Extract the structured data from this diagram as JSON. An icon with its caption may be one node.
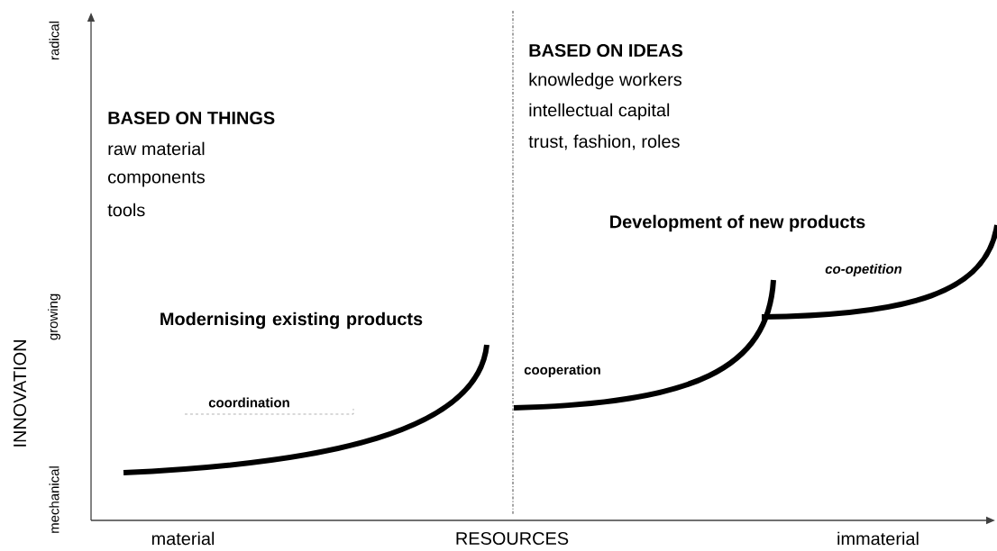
{
  "diagram": {
    "labels": [
      "radical",
      "growing",
      "INNOVATION",
      "mechanical",
      "BASED ON THINGS",
      "raw material",
      "components",
      "tools",
      "BASED ON IDEAS",
      "knowledge workers",
      "intellectual capital",
      "trust, fashion, roles",
      "Development of new products",
      "co-opetition",
      "Modernising existing products",
      "cooperation",
      "coordination",
      "material",
      "RESOURCES",
      "immaterial"
    ]
  }
}
